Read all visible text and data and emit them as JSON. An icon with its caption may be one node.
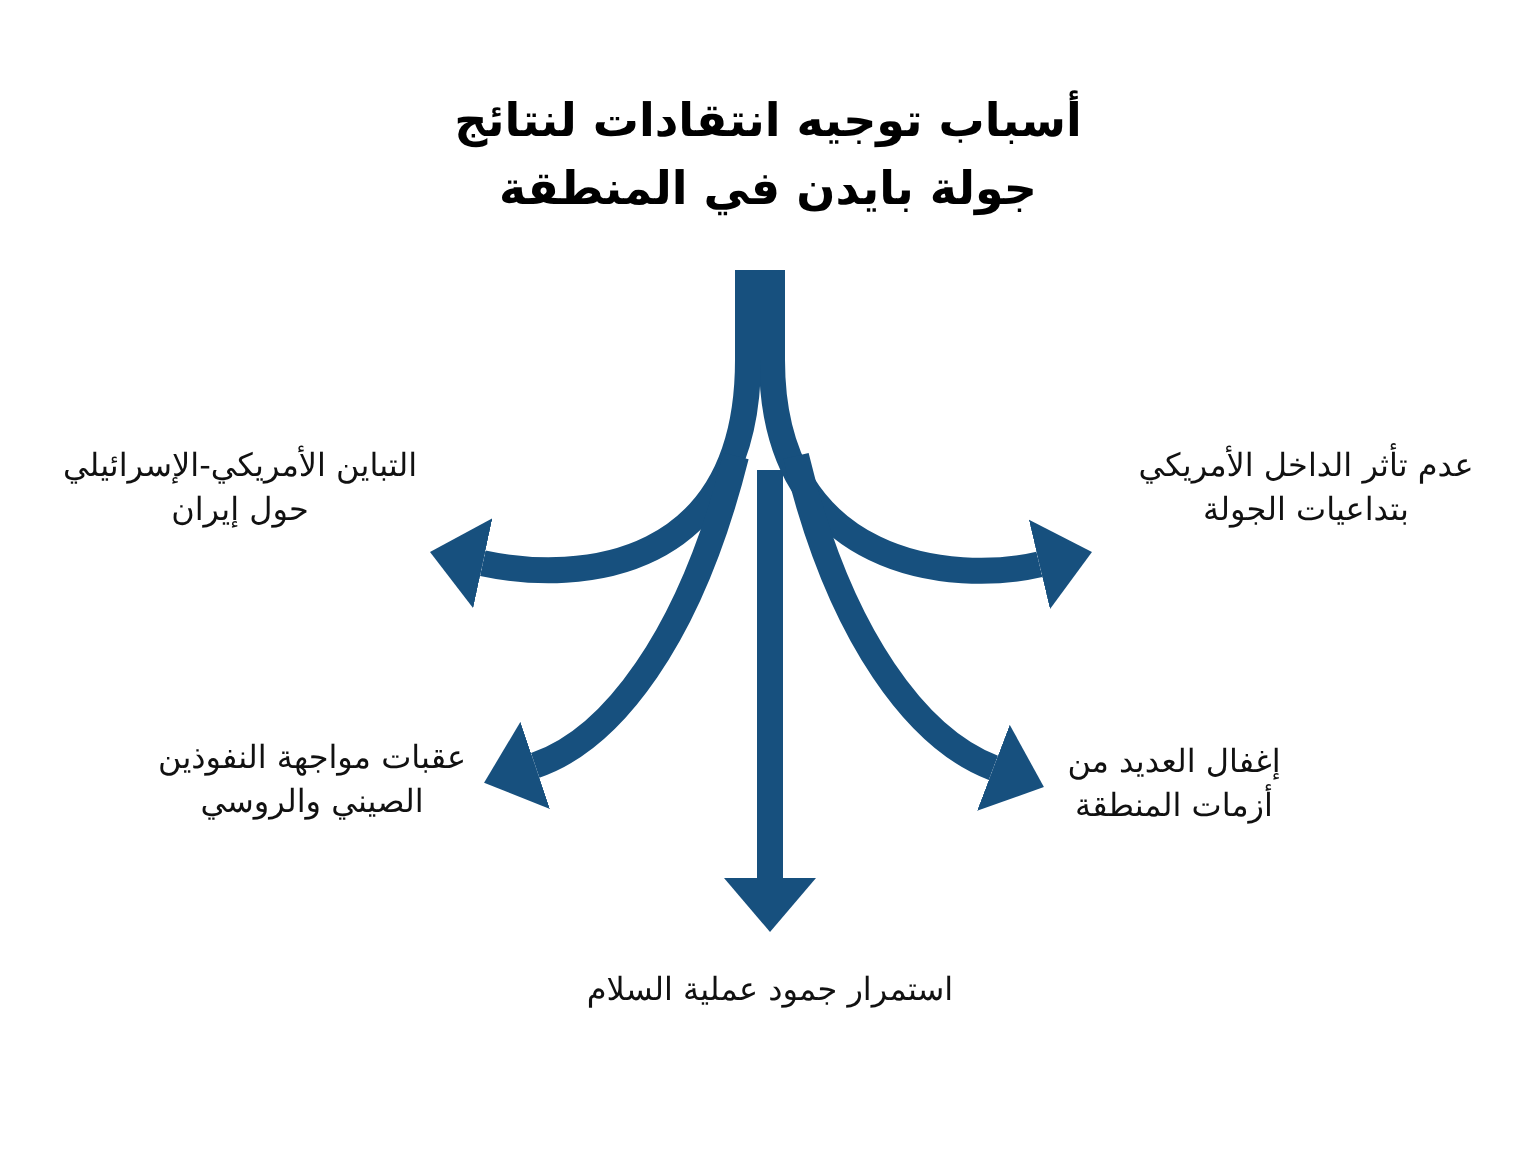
{
  "diagram": {
    "title": "أسباب توجيه انتقادات لنتائج جولة بايدن في المنطقة",
    "nodes": [
      {
        "text": [
          "عدم تأثر الداخل الأمريكي بتداعيات الجولة"
        ]
      },
      {
        "text": [
          "التباين الأمريكي-الإسرائيلي حول إيران"
        ]
      },
      {
        "text": [
          "إغفال العديد من أزمات المنطقة"
        ]
      },
      {
        "text": [
          "عقبات مواجهة النفوذين الصيني والروسي"
        ]
      },
      {
        "text": [
          "استمرار جمود عملية السلام"
        ]
      }
    ],
    "edges": [
      {
        "from": null,
        "to": 0,
        "arrow": "to"
      },
      {
        "from": null,
        "to": 1,
        "arrow": "to"
      },
      {
        "from": null,
        "to": 2,
        "arrow": "to"
      },
      {
        "from": null,
        "to": 3,
        "arrow": "to"
      },
      {
        "from": null,
        "to": 4,
        "arrow": "to"
      }
    ]
  }
}
